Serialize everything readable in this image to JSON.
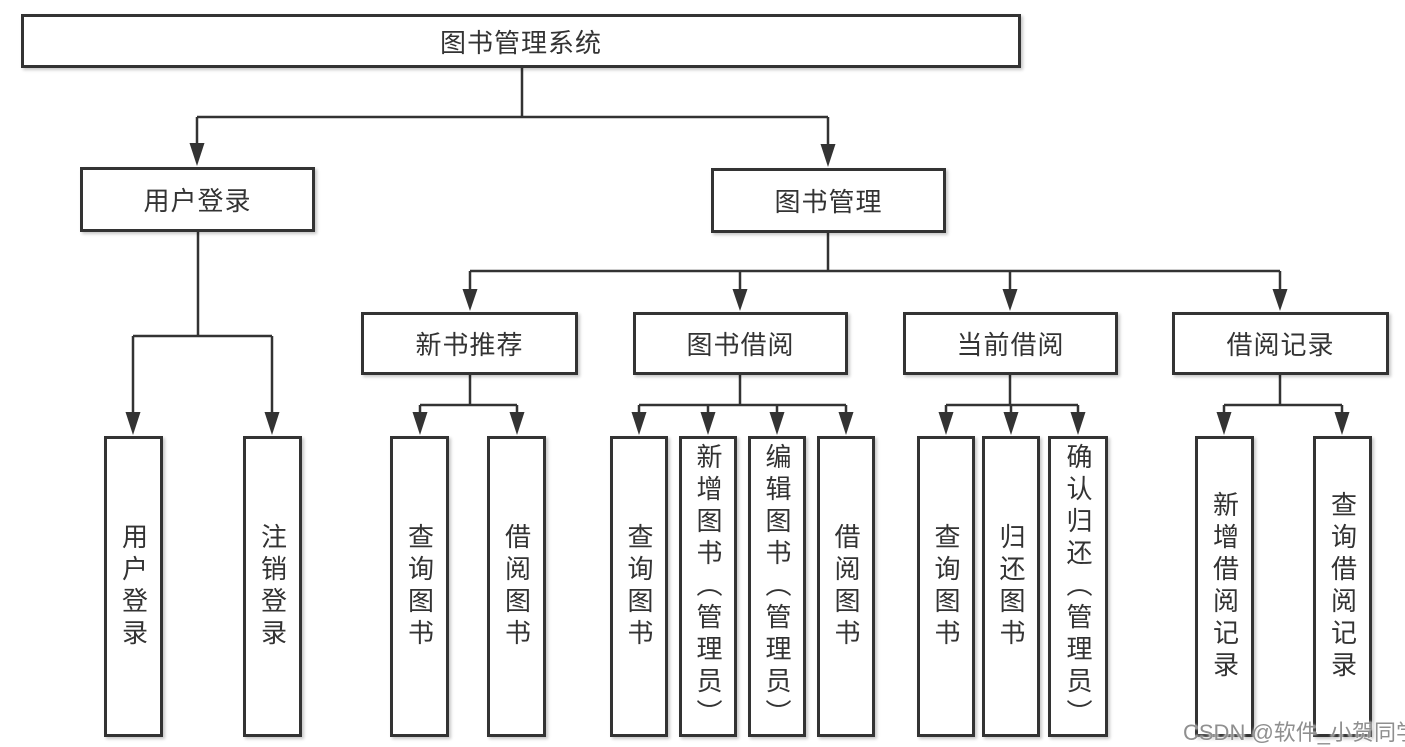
{
  "diagram": {
    "root": {
      "label": "图书管理系统"
    },
    "level2": [
      {
        "label": "用户登录"
      },
      {
        "label": "图书管理"
      }
    ],
    "level3": [
      {
        "label": "新书推荐",
        "parent": "图书管理"
      },
      {
        "label": "图书借阅",
        "parent": "图书管理"
      },
      {
        "label": "当前借阅",
        "parent": "图书管理"
      },
      {
        "label": "借阅记录",
        "parent": "图书管理"
      }
    ],
    "leaves": [
      {
        "label": "用户登录",
        "parent": "用户登录"
      },
      {
        "label": "注销登录",
        "parent": "用户登录"
      },
      {
        "label": "查询图书",
        "parent": "新书推荐"
      },
      {
        "label": "借阅图书",
        "parent": "新书推荐"
      },
      {
        "label": "查询图书",
        "parent": "图书借阅"
      },
      {
        "label": "新增图书（管理员）",
        "parent": "图书借阅"
      },
      {
        "label": "编辑图书（管理员）",
        "parent": "图书借阅"
      },
      {
        "label": "借阅图书",
        "parent": "图书借阅"
      },
      {
        "label": "查询图书",
        "parent": "当前借阅"
      },
      {
        "label": "归还图书",
        "parent": "当前借阅"
      },
      {
        "label": "确认归还（管理员）",
        "parent": "当前借阅"
      },
      {
        "label": "新增借阅记录",
        "parent": "借阅记录"
      },
      {
        "label": "查询借阅记录",
        "parent": "借阅记录"
      }
    ],
    "watermark": "CSDN @软件_小贺同学"
  },
  "colors": {
    "line": "#333333",
    "box_border": "#333333",
    "text": "#333333",
    "background": "#ffffff",
    "watermark": "#8f8f8f"
  }
}
